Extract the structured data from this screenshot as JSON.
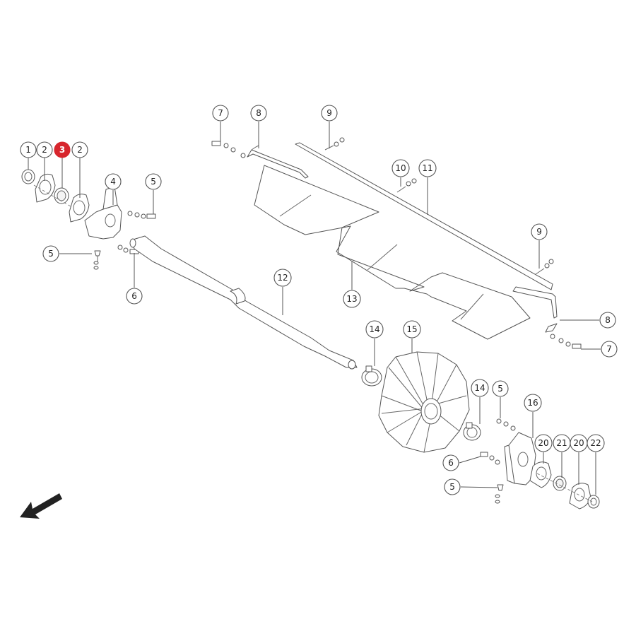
{
  "diagram": {
    "highlight_color": "#d7262d",
    "callouts": [
      {
        "id": "c1",
        "label": "1"
      },
      {
        "id": "c2a",
        "label": "2"
      },
      {
        "id": "c3",
        "label": "3",
        "highlighted": true
      },
      {
        "id": "c2b",
        "label": "2"
      },
      {
        "id": "c4",
        "label": "4"
      },
      {
        "id": "c5a",
        "label": "5"
      },
      {
        "id": "c5b",
        "label": "5"
      },
      {
        "id": "c6a",
        "label": "6"
      },
      {
        "id": "c7a",
        "label": "7"
      },
      {
        "id": "c8a",
        "label": "8"
      },
      {
        "id": "c9a",
        "label": "9"
      },
      {
        "id": "c10",
        "label": "10"
      },
      {
        "id": "c11",
        "label": "11"
      },
      {
        "id": "c12",
        "label": "12"
      },
      {
        "id": "c13",
        "label": "13"
      },
      {
        "id": "c9b",
        "label": "9"
      },
      {
        "id": "c8b",
        "label": "8"
      },
      {
        "id": "c7b",
        "label": "7"
      },
      {
        "id": "c14a",
        "label": "14"
      },
      {
        "id": "c15",
        "label": "15"
      },
      {
        "id": "c14b",
        "label": "14"
      },
      {
        "id": "c5c",
        "label": "5"
      },
      {
        "id": "c16",
        "label": "16"
      },
      {
        "id": "c20a",
        "label": "20"
      },
      {
        "id": "c21",
        "label": "21"
      },
      {
        "id": "c20b",
        "label": "20"
      },
      {
        "id": "c22",
        "label": "22"
      },
      {
        "id": "c6b",
        "label": "6"
      },
      {
        "id": "c5d",
        "label": "5"
      }
    ],
    "direction_icon": "direction-arrow-icon"
  }
}
